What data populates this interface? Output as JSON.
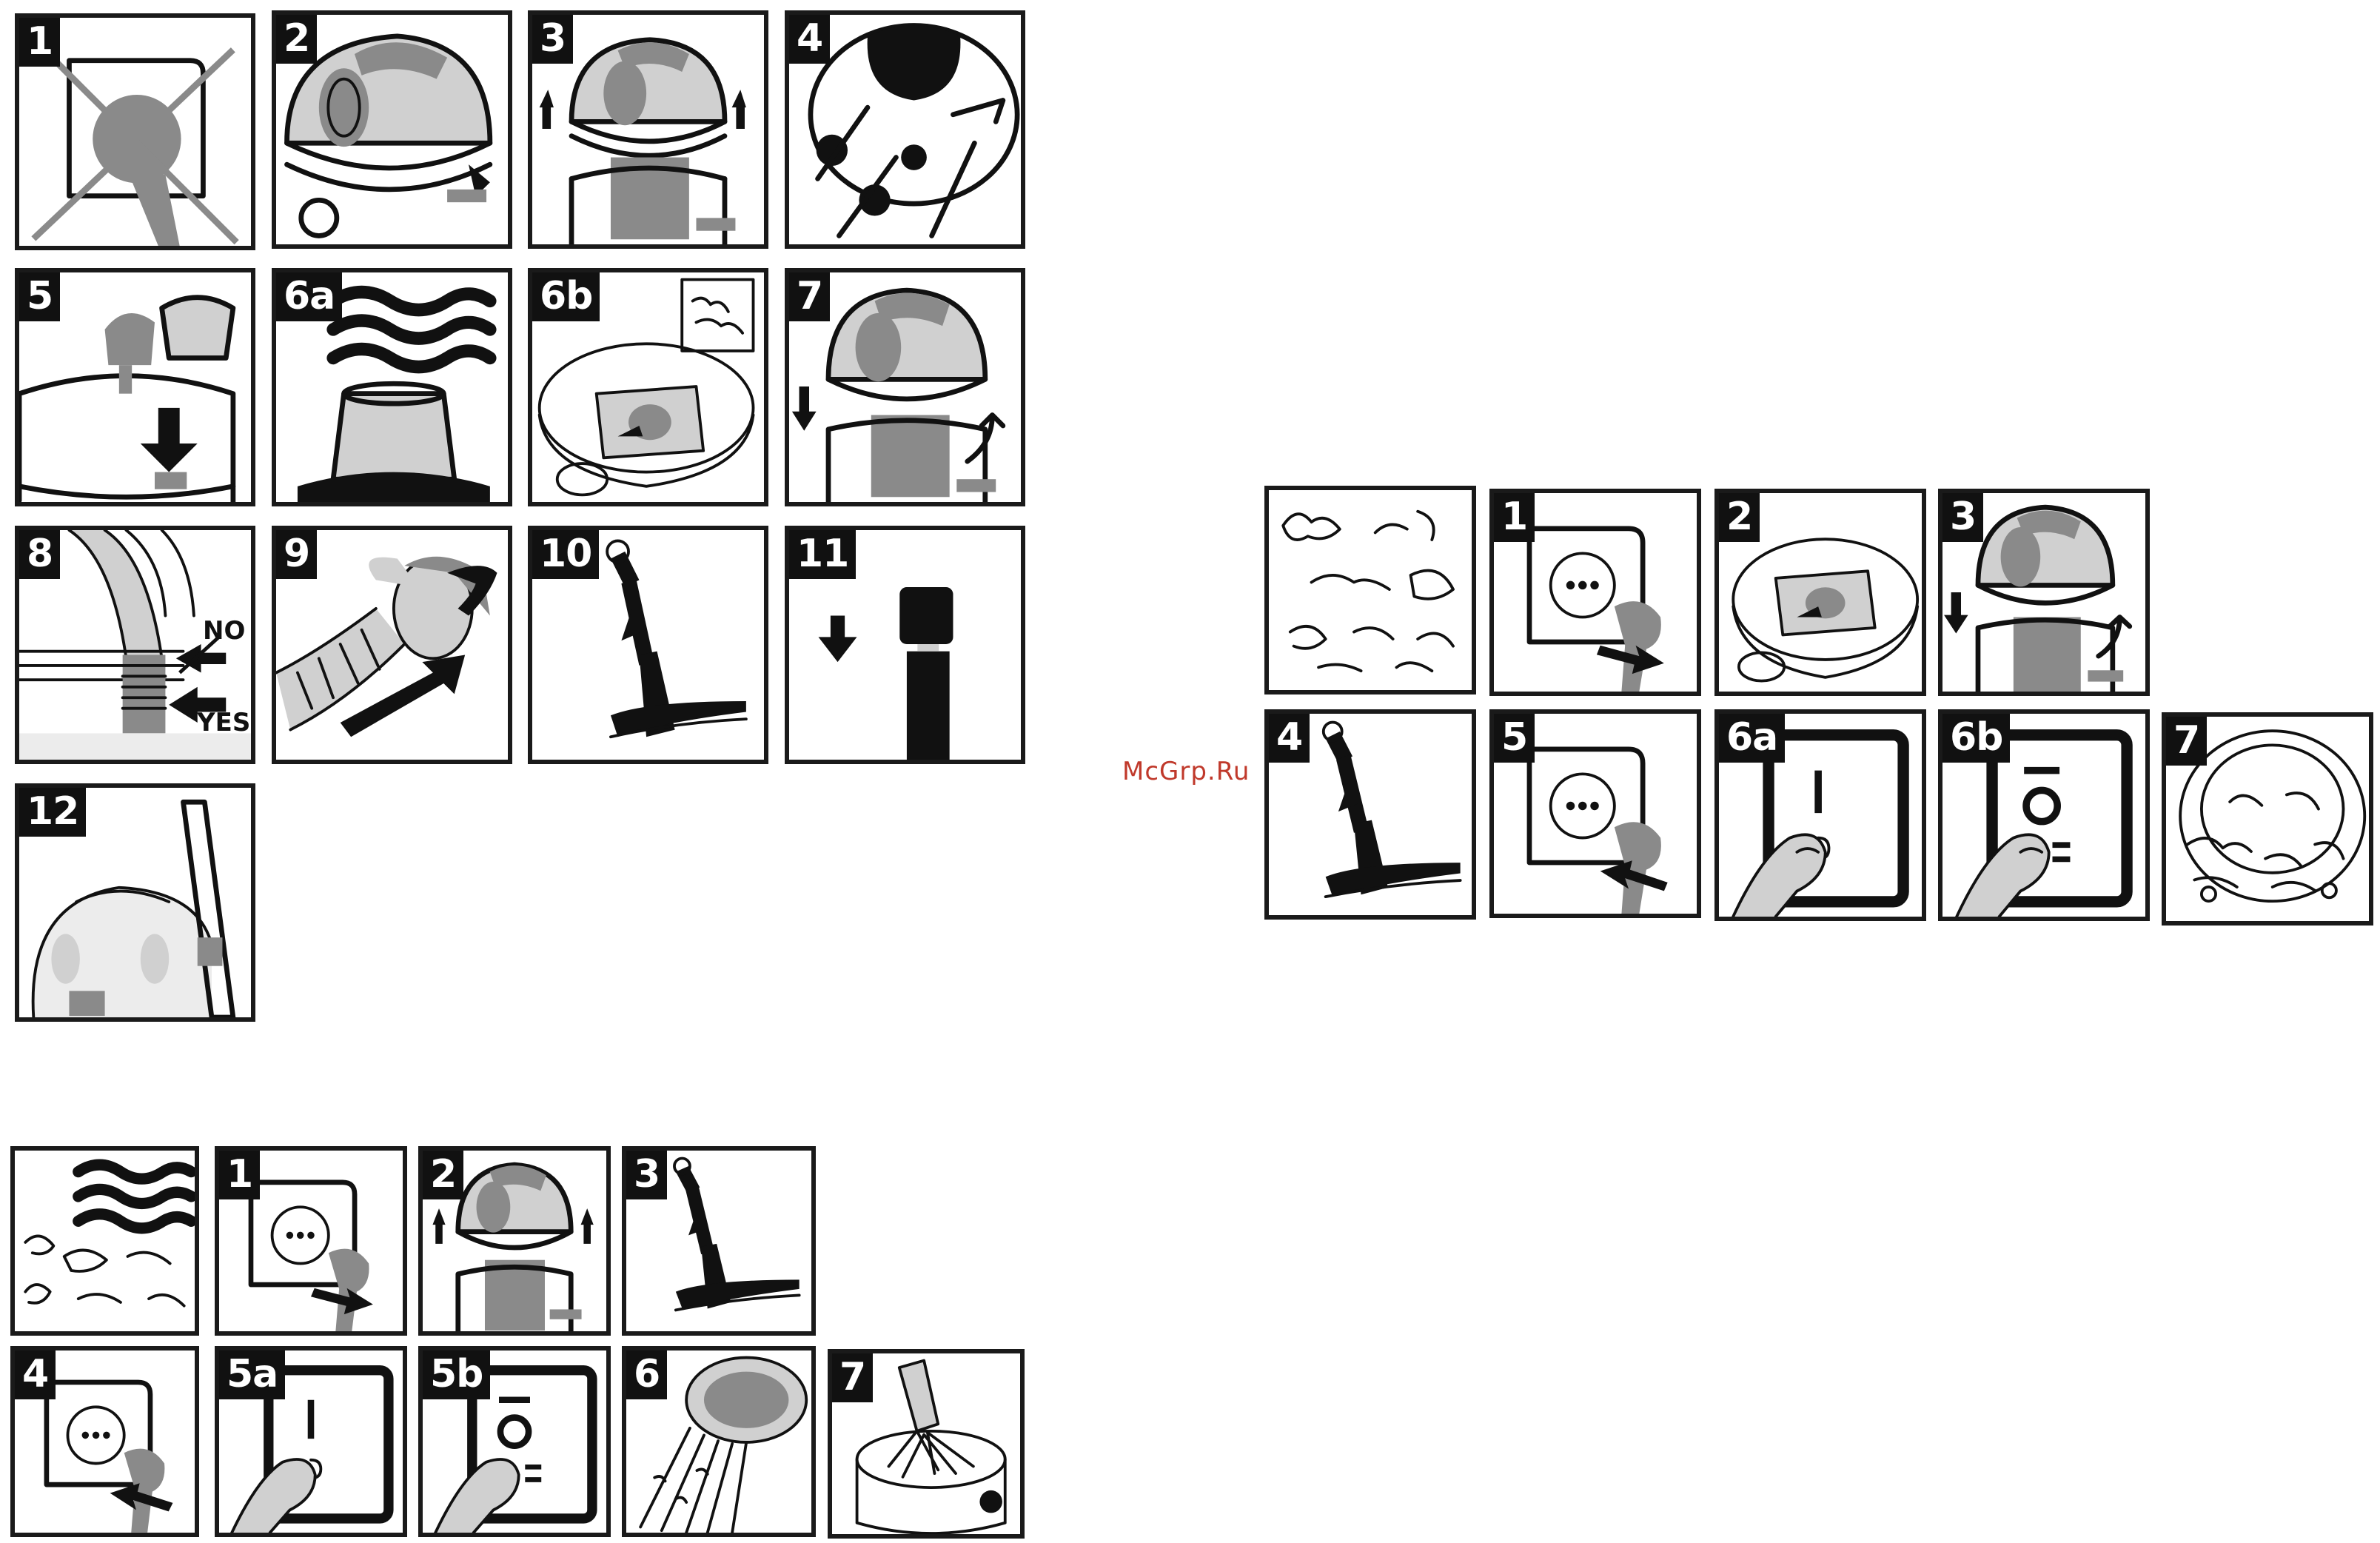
{
  "watermark": "McGrp.Ru",
  "group_a": {
    "panels": [
      {
        "label": "1",
        "icon": "crossed-out-socket-icon"
      },
      {
        "label": "2",
        "icon": "vacuum-head-unlatch-icon"
      },
      {
        "label": "3",
        "icon": "lift-head-icon"
      },
      {
        "label": "4",
        "icon": "filter-underside-icon"
      },
      {
        "label": "5",
        "icon": "float-cage-icon"
      },
      {
        "label": "6a",
        "icon": "wash-filter-icon"
      },
      {
        "label": "6b",
        "icon": "insert-bag-icon"
      },
      {
        "label": "7",
        "icon": "lower-head-icon"
      },
      {
        "label": "8",
        "icon": "hose-placement-icon",
        "no_label": "NO",
        "yes_label": "YES"
      },
      {
        "label": "9",
        "icon": "connect-hose-icon"
      },
      {
        "label": "10",
        "icon": "floor-nozzle-icon"
      },
      {
        "label": "11",
        "icon": "extension-tube-icon"
      },
      {
        "label": "12",
        "icon": "storage-icon"
      }
    ]
  },
  "group_b": {
    "panels": [
      {
        "label": "",
        "icon": "dry-debris-icon"
      },
      {
        "label": "1",
        "icon": "socket-plug-out-icon"
      },
      {
        "label": "2",
        "icon": "insert-bag-icon"
      },
      {
        "label": "3",
        "icon": "lower-head-icon"
      },
      {
        "label": "4",
        "icon": "floor-nozzle-icon"
      },
      {
        "label": "5",
        "icon": "socket-plug-in-icon"
      },
      {
        "label": "6a",
        "icon": "switch-on-icon"
      },
      {
        "label": "6b",
        "icon": "switch-off-icon"
      },
      {
        "label": "7",
        "icon": "container-debris-icon"
      }
    ]
  },
  "group_c": {
    "panels": [
      {
        "label": "",
        "icon": "wet-debris-icon"
      },
      {
        "label": "1",
        "icon": "socket-plug-out-icon"
      },
      {
        "label": "2",
        "icon": "lift-head-icon"
      },
      {
        "label": "3",
        "icon": "floor-nozzle-icon"
      },
      {
        "label": "4",
        "icon": "socket-plug-in-icon"
      },
      {
        "label": "5a",
        "icon": "switch-on-icon"
      },
      {
        "label": "5b",
        "icon": "switch-off-icon"
      },
      {
        "label": "6",
        "icon": "empty-container-icon"
      },
      {
        "label": "7",
        "icon": "rinse-container-icon"
      }
    ]
  }
}
